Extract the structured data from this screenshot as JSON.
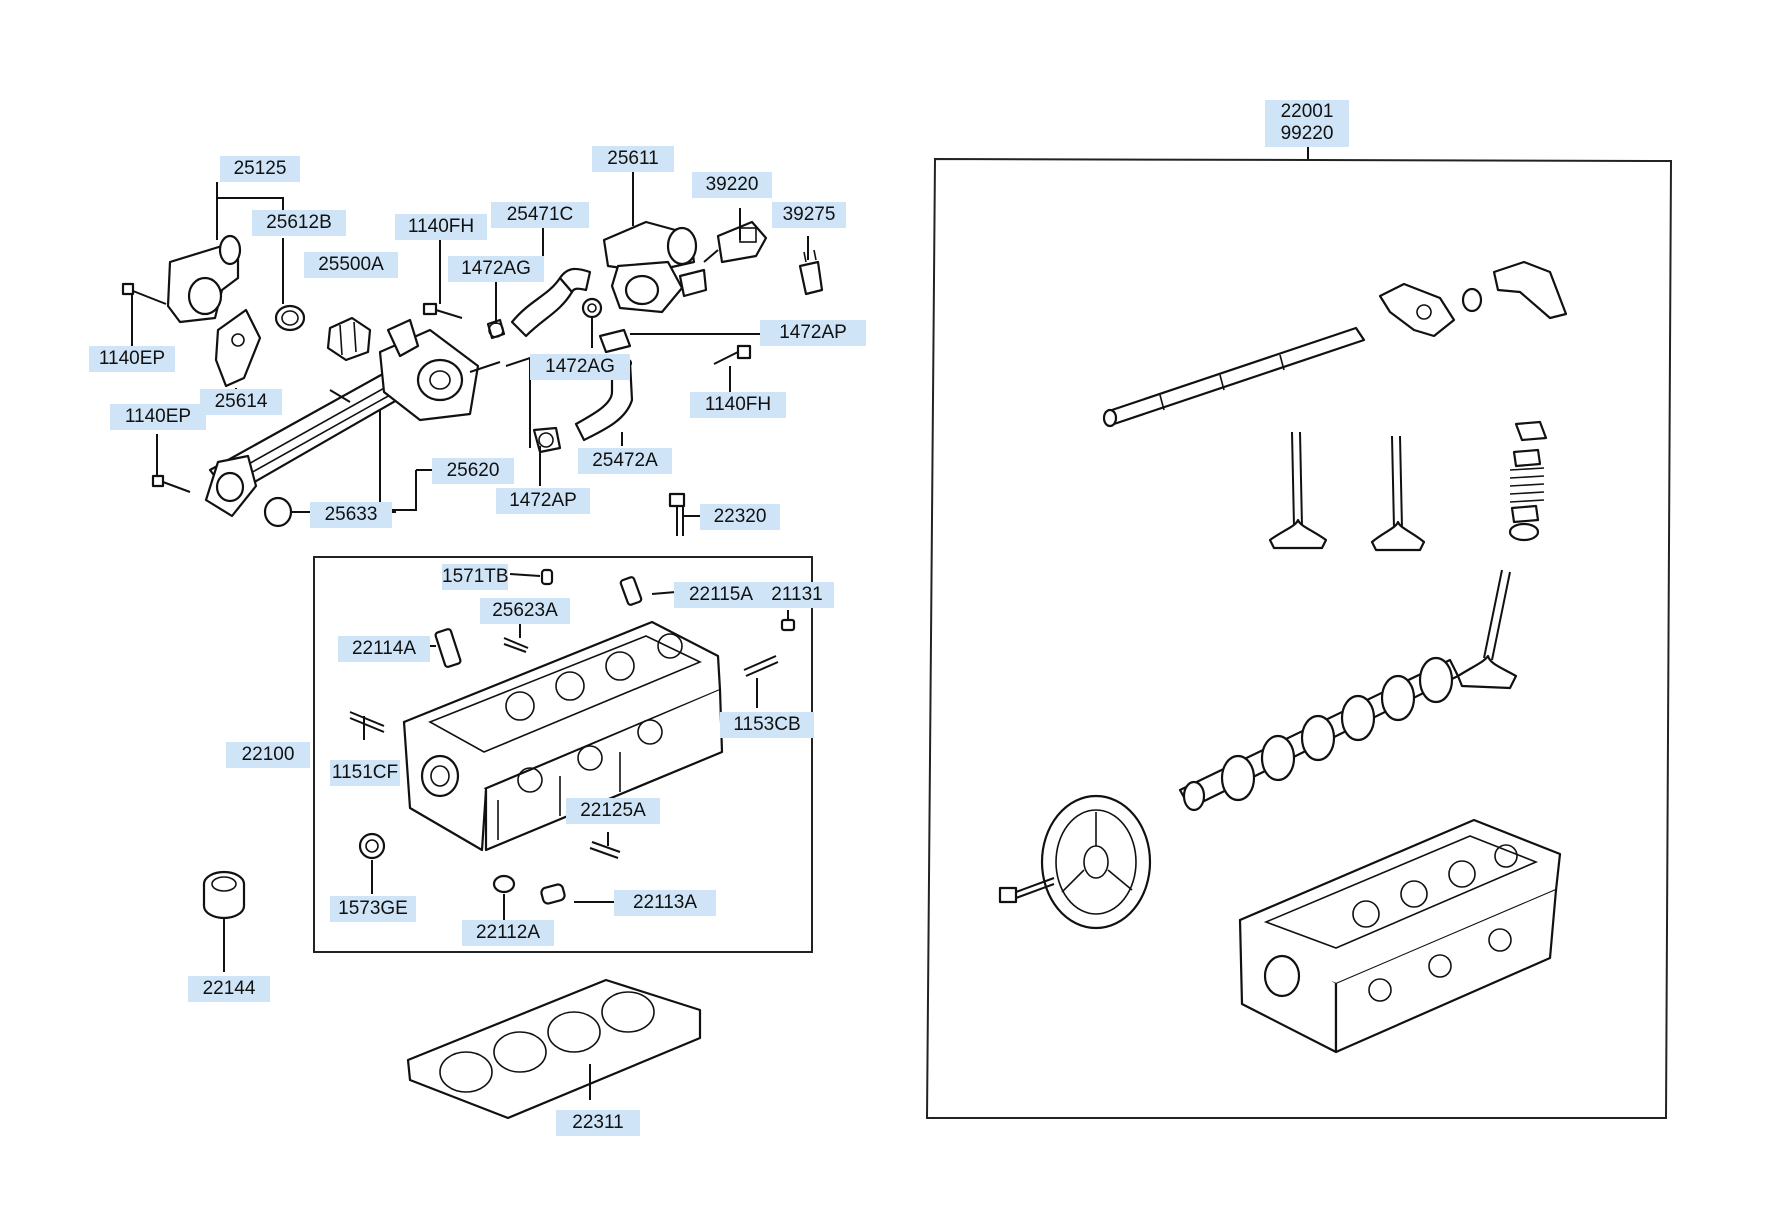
{
  "diagram": {
    "callouts": {
      "c25125": "25125",
      "c25612B": "25612B",
      "c1140FH_a": "1140FH",
      "c25471C": "25471C",
      "c25611": "25611",
      "c39220": "39220",
      "c39275": "39275",
      "c25500A": "25500A",
      "c1472AG_a": "1472AG",
      "c1140EP_a": "1140EP",
      "c25614": "25614",
      "c1472AP_a": "1472AP",
      "c1472AG_b": "1472AG",
      "c1140FH_b": "1140FH",
      "c1140EP_b": "1140EP",
      "c25620": "25620",
      "c25472A": "25472A",
      "c1472AP_b": "1472AP",
      "c25633": "25633",
      "c22320": "22320",
      "c1571TB": "1571TB",
      "c22115A": "22115A",
      "c21131": "21131",
      "c25623A": "25623A",
      "c22114A": "22114A",
      "c1153CB": "1153CB",
      "c22100": "22100",
      "c1151CF": "1151CF",
      "c22125A": "22125A",
      "c1573GE": "1573GE",
      "c22113A": "22113A",
      "c22112A": "22112A",
      "c22144": "22144",
      "c22311": "22311",
      "assy_line1": "22001",
      "assy_line2": "99220"
    }
  }
}
